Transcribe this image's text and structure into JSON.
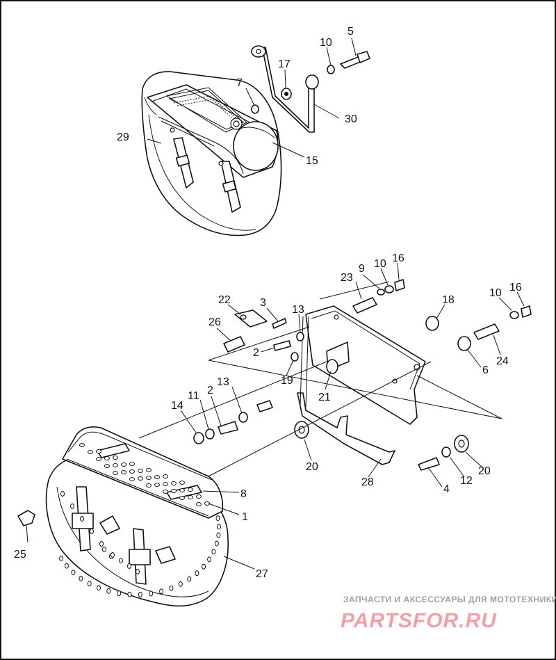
{
  "diagram": {
    "callouts": [
      {
        "id": "c1",
        "text": "1"
      },
      {
        "id": "c2a",
        "text": "2"
      },
      {
        "id": "c2b",
        "text": "2"
      },
      {
        "id": "c3",
        "text": "3"
      },
      {
        "id": "c4",
        "text": "4"
      },
      {
        "id": "c5",
        "text": "5"
      },
      {
        "id": "c6",
        "text": "6"
      },
      {
        "id": "c7",
        "text": "7"
      },
      {
        "id": "c8",
        "text": "8"
      },
      {
        "id": "c9",
        "text": "9"
      },
      {
        "id": "c10a",
        "text": "10"
      },
      {
        "id": "c10b",
        "text": "10"
      },
      {
        "id": "c10c",
        "text": "10"
      },
      {
        "id": "c11",
        "text": "11"
      },
      {
        "id": "c12",
        "text": "12"
      },
      {
        "id": "c13a",
        "text": "13"
      },
      {
        "id": "c13b",
        "text": "13"
      },
      {
        "id": "c14",
        "text": "14"
      },
      {
        "id": "c15",
        "text": "15"
      },
      {
        "id": "c16a",
        "text": "16"
      },
      {
        "id": "c16b",
        "text": "16"
      },
      {
        "id": "c17",
        "text": "17"
      },
      {
        "id": "c18",
        "text": "18"
      },
      {
        "id": "c19",
        "text": "19"
      },
      {
        "id": "c20a",
        "text": "20"
      },
      {
        "id": "c20b",
        "text": "20"
      },
      {
        "id": "c21",
        "text": "21"
      },
      {
        "id": "c22",
        "text": "22"
      },
      {
        "id": "c23",
        "text": "23"
      },
      {
        "id": "c24",
        "text": "24"
      },
      {
        "id": "c25",
        "text": "25"
      },
      {
        "id": "c26",
        "text": "26"
      },
      {
        "id": "c27",
        "text": "27"
      },
      {
        "id": "c28",
        "text": "28"
      },
      {
        "id": "c29",
        "text": "29"
      },
      {
        "id": "c30",
        "text": "30"
      }
    ]
  },
  "watermark": {
    "tagline": "ЗАПЧАСТИ И АКСЕССУАРЫ ДЛЯ МОТОТЕХНИКИ",
    "brand": "PARTSFOR.RU",
    "color_text": "#a0a0a0",
    "color_brand": "#f2a0a8"
  }
}
